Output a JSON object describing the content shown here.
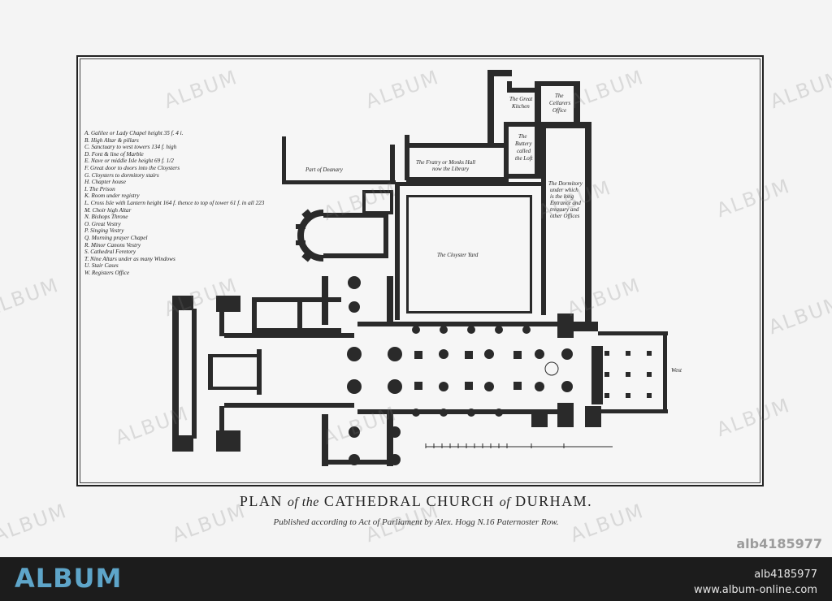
{
  "plan": {
    "title_pre": "PLAN",
    "title_of1": "of the",
    "title_mid": "CATHEDRAL CHURCH",
    "title_of2": "of",
    "title_post": "DURHAM.",
    "subtitle": "Published according to Act of Parliament by Alex. Hogg N.16 Paternoster Row.",
    "legend": [
      "A. Galilee or Lady Chapel height 35 f. 4 i.",
      "B. High Altar & pillars",
      "C. Sanctuary to west towers 134 f. high",
      "D. Font & line of Marble",
      "E. Nave or middle Isle height 69 f. 1/2",
      "F. Great door to doors into the Cloysters",
      "G. Cloysters to dormitory stairs",
      "H. Chapter house",
      "I. The Prison",
      "K. Room under registry",
      "L. Cross Isle with Lantern height 164 f. thence to top of tower 61 f. in all 223",
      "M. Choir high Altar",
      "N. Bishops Throne",
      "O. Great Vestry",
      "P. Singing Vestry",
      "Q. Morning prayer Chapel",
      "R. Minor Canons Vestry",
      "S. Cathedral Feretory",
      "T. Nine Altars under as many Windows",
      "U. Stair Cases",
      "W. Registers Office"
    ],
    "rooms": {
      "great_kitchen": [
        "The Great",
        "Kitchen"
      ],
      "cellarers_office": [
        "The",
        "Cellarers",
        "Office"
      ],
      "buttery": [
        "The",
        "Buttery",
        "called",
        "the Loft"
      ],
      "fratry": [
        "The Fratry or Monks Hall",
        "now the Library"
      ],
      "deanary": "Part of Deanary",
      "cloyster_yard": "The Cloyster Yard",
      "dormitory": [
        "The Dormitory",
        "under which",
        "is the long",
        "Entrance and",
        "treasury and",
        "other Offices"
      ],
      "west": "West"
    }
  },
  "watermark": "ALBUM",
  "image_id": "alb4185977",
  "footer": {
    "brand": "ALBUM",
    "id": "alb4185977",
    "url": "www.album-online.com"
  },
  "colors": {
    "ink": "#222222",
    "paper": "#f4f4f4",
    "footer_bg": "#1c1c1c",
    "brand": "#5ea5c9"
  }
}
